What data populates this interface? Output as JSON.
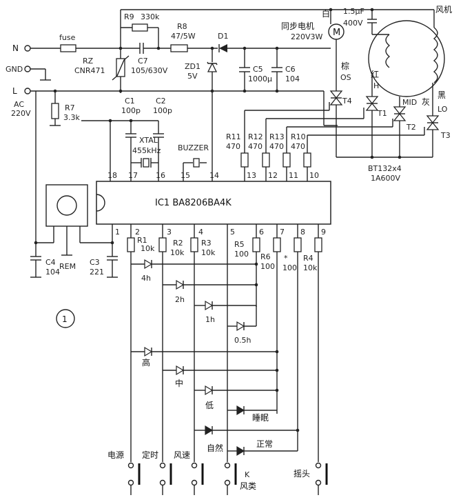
{
  "labels": {
    "N": "N",
    "GND": "GND",
    "L": "L",
    "ac": "AC",
    "ac_v": "220V",
    "fuse": "fuse",
    "r9": "R9",
    "r9_v": "330k",
    "r8": "R8",
    "r8_v": "47/5W",
    "d1": "D1",
    "sync_motor": "同步电机",
    "sync_motor_v": "220V3W",
    "white": "白",
    "cap_top_v1": "1.5μF",
    "cap_top_v2": "400V",
    "fan": "风机",
    "rz": "RZ",
    "rz_v": "CNR471",
    "c7": "C7",
    "c7_v": "105/630V",
    "zd1": "ZD1",
    "zd1_v": "5V",
    "c5": "C5",
    "c5_v": "1000μ",
    "c6": "C6",
    "c6_v": "104",
    "brown": "棕",
    "os": "OS",
    "red": "红",
    "h": "H",
    "mid": "MID",
    "gray": "灰",
    "black": "黑",
    "lo": "LO",
    "r7": "R7",
    "r7_v": "3.3k",
    "c1": "C1",
    "c1_v": "100p",
    "c2": "C2",
    "c2_v": "100p",
    "xtal": "XTAL",
    "xtal_v": "455kHz",
    "buzzer": "BUZZER",
    "r11": "R11",
    "r11_v": "470",
    "r12": "R12",
    "r12_v": "470",
    "r13": "R13",
    "r13_v": "470",
    "r10": "R10",
    "r10_v": "470",
    "t4": "T4",
    "t1": "T1",
    "t2": "T2",
    "t3": "T3",
    "bt": "BT132x4",
    "bt_v": "1A600V",
    "ic": "IC1  BA8206BA4K",
    "c4": "C4",
    "c4_v": "104",
    "rem": "REM",
    "c3": "C3",
    "c3_v": "221",
    "r1": "R1",
    "r1_v": "10k",
    "r2": "R2",
    "r2_v": "10k",
    "r3": "R3",
    "r3_v": "10k",
    "r5": "R5",
    "r5_v": "100",
    "r6": "R6",
    "r6_v": "100",
    "star": "*",
    "star_v": "100",
    "r4": "R4",
    "r4_v": "10k",
    "led_4h": "4h",
    "led_2h": "2h",
    "led_1h": "1h",
    "led_05h": "0.5h",
    "high": "高",
    "mid_cn": "中",
    "low": "低",
    "sleep": "睡眠",
    "normal": "正常",
    "circle1": "1",
    "sw_power": "电源",
    "sw_timer": "定时",
    "sw_speed": "风速",
    "sw_natural": "自然",
    "sw_k": "K",
    "sw_mode": "风类",
    "sw_swing": "摇头",
    "pins": [
      "18",
      "17",
      "16",
      "15",
      "14",
      "13",
      "12",
      "11",
      "10",
      "1",
      "2",
      "3",
      "4",
      "5",
      "6",
      "7",
      "8",
      "9"
    ]
  }
}
